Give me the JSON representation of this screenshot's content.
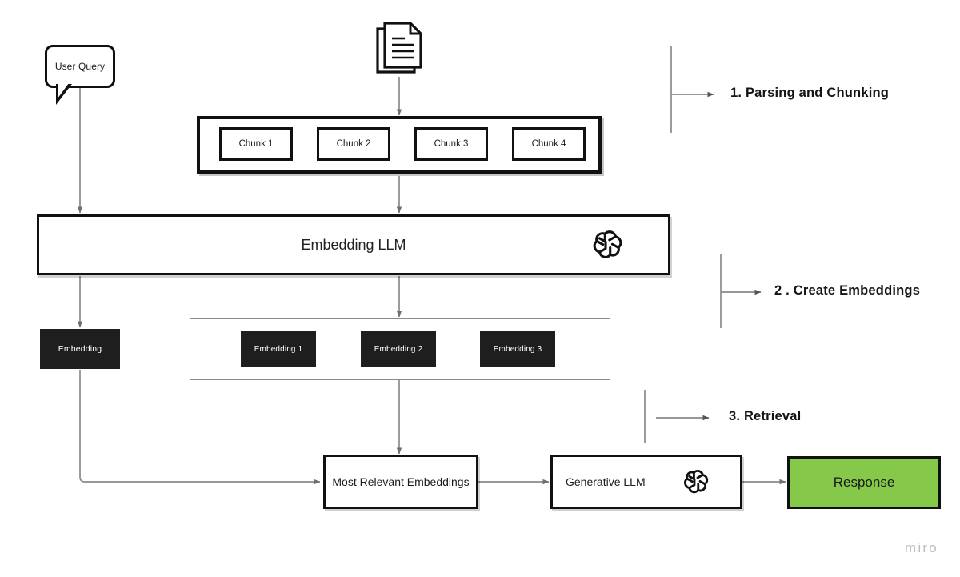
{
  "diagram": {
    "title": "RAG pipeline",
    "background": "#ffffff",
    "accent_green": "#86c94a",
    "dark_fill": "#1e1e1e",
    "stroke": "#111111",
    "wire_color": "#8a8a8a"
  },
  "user_query": {
    "label": "User Query"
  },
  "document": {
    "icon": "document-stack-icon"
  },
  "chunks": {
    "items": [
      {
        "label": "Chunk 1"
      },
      {
        "label": "Chunk 2"
      },
      {
        "label": "Chunk 3"
      },
      {
        "label": "Chunk 4"
      }
    ]
  },
  "embedding_llm": {
    "label": "Embedding LLM",
    "logo": "openai-logo-icon"
  },
  "query_embedding": {
    "label": "Embedding"
  },
  "embeddings": {
    "items": [
      {
        "label": "Embedding 1"
      },
      {
        "label": "Embedding 2"
      },
      {
        "label": "Embedding 3"
      }
    ]
  },
  "most_relevant": {
    "label": "Most Relevant Embeddings"
  },
  "generative_llm": {
    "label": "Generative LLM",
    "logo": "openai-logo-icon"
  },
  "response": {
    "label": "Response"
  },
  "steps": [
    {
      "label": "1. Parsing and Chunking"
    },
    {
      "label": "2 . Create Embeddings"
    },
    {
      "label": "3. Retrieval"
    }
  ],
  "watermark": {
    "label": "miro"
  }
}
